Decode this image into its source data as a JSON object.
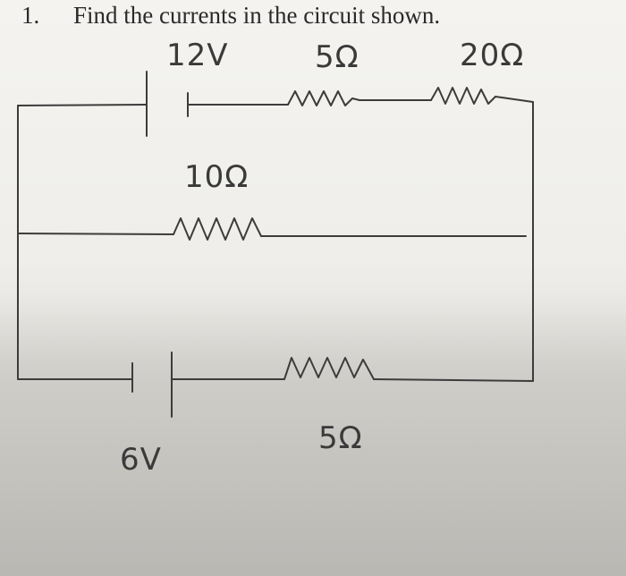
{
  "problem": {
    "number": "1.",
    "text": "Find the currents in the circuit shown."
  },
  "labels": {
    "battery_top": "12V",
    "resistor_top_left": "5Ω",
    "resistor_top_right": "20Ω",
    "resistor_middle": "10Ω",
    "battery_bottom": "6V",
    "resistor_bottom": "5Ω"
  },
  "colors": {
    "ink": "#3c3c3c",
    "paper": "#f4f3f0"
  }
}
